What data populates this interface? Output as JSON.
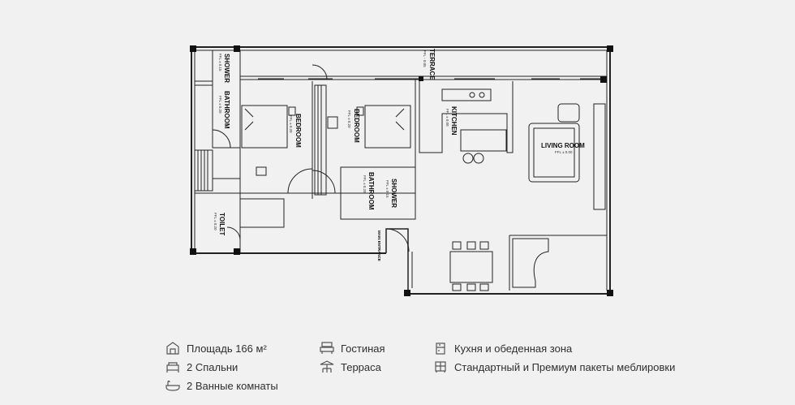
{
  "plan": {
    "rooms": [
      {
        "name": "SHOWER",
        "ffl": "FFL ± 0.15"
      },
      {
        "name": "BATHROOM",
        "ffl": "FFL ± 0.20"
      },
      {
        "name": "BEDROOM",
        "ffl": "FFL ± 0.20"
      },
      {
        "name": "BEDROOM",
        "ffl": "FFL ± 0.20"
      },
      {
        "name": "TERRACE",
        "ffl": "FFL - 0.05"
      },
      {
        "name": "KITCHEN",
        "ffl": "FFL ± 0.00"
      },
      {
        "name": "LIVING ROOM",
        "ffl": "FFL ± 0.00"
      },
      {
        "name": "BATHROOM",
        "ffl": "FFL ± 0.20"
      },
      {
        "name": "SHOWER",
        "ffl": "FFL ± 0.15"
      },
      {
        "name": "TOILET",
        "ffl": "FFL ± 0.20"
      }
    ],
    "entrance": "MAIN ENTRANCE"
  },
  "features": [
    {
      "icon": "area-icon",
      "text": "Площадь 166 м²"
    },
    {
      "icon": "bed-icon",
      "text": "2 Спальни"
    },
    {
      "icon": "bathtub-icon",
      "text": "2 Ванные комнаты"
    },
    {
      "icon": "sofa-icon",
      "text": "Гостиная"
    },
    {
      "icon": "terrace-icon",
      "text": "Терраса"
    },
    {
      "icon": "kitchen-icon",
      "text": "Кухня и обеденная зона"
    },
    {
      "icon": "furniture-icon",
      "text": "Стандартный и Премиум пакеты меблировки"
    }
  ]
}
